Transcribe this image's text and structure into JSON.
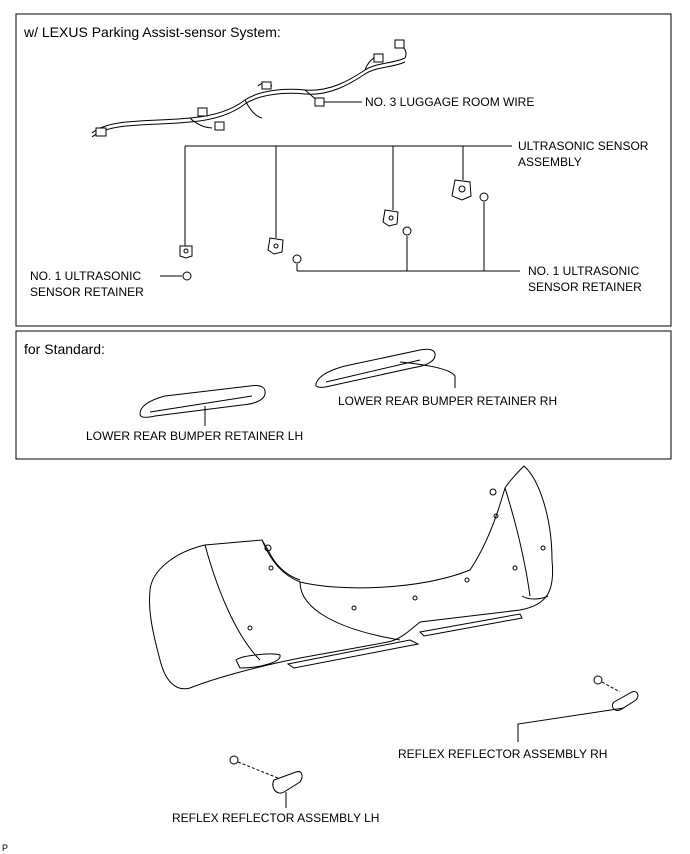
{
  "panels": {
    "parking_assist": {
      "header": "w/ LEXUS Parking Assist-sensor System:",
      "labels": {
        "luggage_wire": "NO. 3 LUGGAGE ROOM WIRE",
        "sensor_assembly_line1": "ULTRASONIC SENSOR",
        "sensor_assembly_line2": "ASSEMBLY",
        "retainer_left_line1": "NO. 1 ULTRASONIC",
        "retainer_left_line2": "SENSOR RETAINER",
        "retainer_right_line1": "NO. 1 ULTRASONIC",
        "retainer_right_line2": "SENSOR RETAINER"
      }
    },
    "standard": {
      "header": "for Standard:",
      "labels": {
        "retainer_rh": "LOWER REAR BUMPER RETAINER RH",
        "retainer_lh": "LOWER REAR BUMPER RETAINER LH"
      }
    }
  },
  "bottom_labels": {
    "reflector_rh": "REFLEX REFLECTOR ASSEMBLY RH",
    "reflector_lh": "REFLEX REFLECTOR ASSEMBLY LH"
  },
  "corner_mark": "P"
}
